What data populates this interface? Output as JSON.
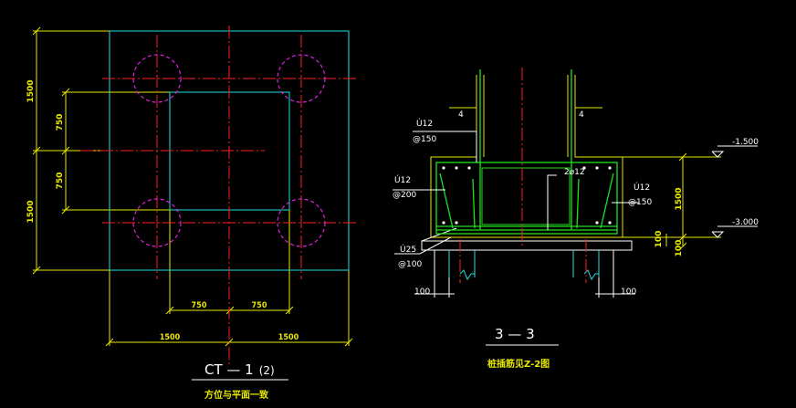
{
  "plan": {
    "dims": {
      "top_left": "1500",
      "bottom_left": "1500",
      "mid_upper": "750",
      "mid_lower": "750",
      "bottom_inner_left": "750",
      "bottom_inner_right": "750",
      "bottom_outer_left": "1500",
      "bottom_outer_right": "1500"
    },
    "title": "CT — 1",
    "title_suffix": "(2)",
    "subtitle": "方位与平面一致"
  },
  "section": {
    "title": "3 — 3",
    "subtitle": "桩插筋见Z-2图",
    "label_col_left": "4",
    "label_col_right": "4",
    "rebar_top_dia": "Ú12",
    "rebar_top_spacing": "@150",
    "rebar_left_dia": "Ú12",
    "rebar_left_spacing": "@200",
    "rebar_mid": "2⌀12",
    "rebar_right_dia": "Ú12",
    "rebar_right_spacing": "@150",
    "rebar_bottom_dia": "Ú25",
    "rebar_bottom_spacing": "@100",
    "elev_top": "-1.500",
    "elev_bottom": "-3.000",
    "dim_depth": "1500",
    "dim_cushion_a": "100",
    "dim_cushion_b": "100",
    "dim_base_left": "100",
    "dim_base_right": "100"
  },
  "colors": {
    "axis": "#ff2020",
    "outline": "#20e0e0",
    "pile": "#e020e0",
    "dimension": "#e8e800",
    "rebar": "#20e020",
    "text": "#ffffff"
  }
}
